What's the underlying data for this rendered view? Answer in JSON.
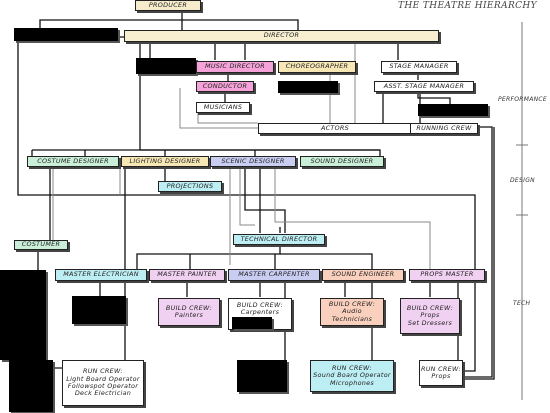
{
  "title": "THE THEATRE HIERARCHY",
  "phases": {
    "performance": "PERFORMANCE",
    "design": "DESIGN",
    "tech": "TECH"
  },
  "nodes": {
    "producer": "PRODUCER",
    "director": "DIRECTOR",
    "music_director": "MUSIC DIRECTOR",
    "choreographer": "CHOREOGRAPHER",
    "stage_manager": "STAGE MANAGER",
    "conductor": "CONDUCTOR",
    "asst_stage_manager": "ASST. STAGE MANAGER",
    "musicians": "MUSICIANS",
    "actors": "ACTORS",
    "running_crew": "RUNNING CREW",
    "costume_designer": "COSTUME DESIGNER",
    "lighting_designer": "LIGHTING DESIGNER",
    "scenic_designer": "SCENIC DESIGNER",
    "sound_designer": "SOUND DESIGNER",
    "projections": "PROJECTIONS",
    "technical_director": "TECHNICAL DIRECTOR",
    "costumer": "COSTUMER",
    "master_electrician": "MASTER ELECTRICIAN",
    "master_painter": "MASTER PAINTER",
    "master_carpenter": "MASTER CARPENTER",
    "sound_engineer": "SOUND ENGINEER",
    "props_master": "PROPS MASTER"
  },
  "crews": {
    "painters": {
      "head": "BUILD CREW:",
      "lines": [
        "Painters"
      ]
    },
    "carpenters": {
      "head": "BUILD CREW:",
      "lines": [
        "Carpenters"
      ]
    },
    "audio": {
      "head": "BUILD CREW:",
      "lines": [
        "Audio Technicians"
      ]
    },
    "props_build": {
      "head": "BUILD CREW:",
      "lines": [
        "Props",
        "Set Dressers"
      ]
    },
    "run_lights": {
      "head": "RUN CREW:",
      "lines": [
        "Light Board Operator",
        "Followspot Operator",
        "Deck Electrician"
      ]
    },
    "run_sound": {
      "head": "RUN CREW:",
      "lines": [
        "Sound Board Operator",
        "Microphones"
      ]
    },
    "run_props": {
      "head": "RUN CREW:",
      "lines": [
        "Props"
      ]
    }
  }
}
